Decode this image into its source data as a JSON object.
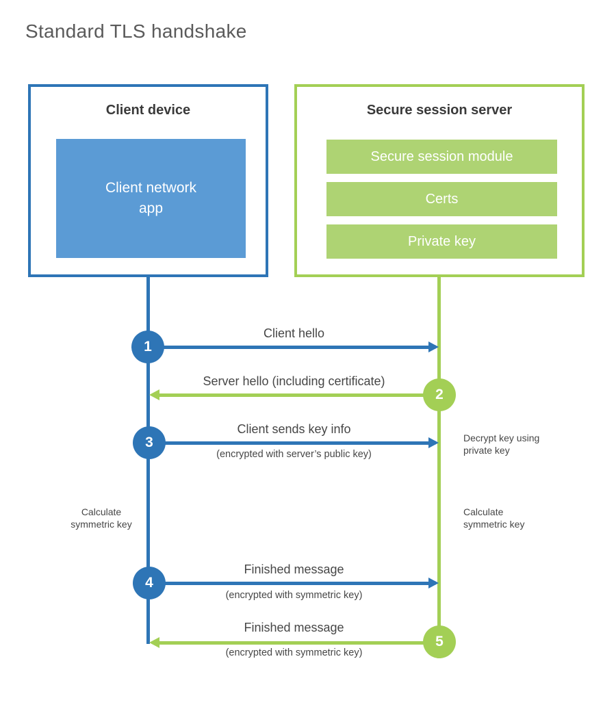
{
  "title": "Standard TLS handshake",
  "colors": {
    "blue": "#2e75b6",
    "blue_light": "#5b9bd5",
    "green": "#a3cf55",
    "green_light": "#aed373"
  },
  "client": {
    "title": "Client device",
    "app_label": "Client network app"
  },
  "server": {
    "title": "Secure session server",
    "modules": [
      "Secure session module",
      "Certs",
      "Private key"
    ]
  },
  "steps": [
    {
      "num": "1",
      "from": "client",
      "direction": "right",
      "label": "Client hello",
      "sublabel": ""
    },
    {
      "num": "2",
      "from": "server",
      "direction": "left",
      "label": "Server hello (including certificate)",
      "sublabel": ""
    },
    {
      "num": "3",
      "from": "client",
      "direction": "right",
      "label": "Client sends key info",
      "sublabel": "(encrypted with server’s public key)"
    },
    {
      "num": "4",
      "from": "client",
      "direction": "right",
      "label": "Finished message",
      "sublabel": "(encrypted with symmetric key)"
    },
    {
      "num": "5",
      "from": "server",
      "direction": "left",
      "label": "Finished message",
      "sublabel": "(encrypted with symmetric key)"
    }
  ],
  "side_notes": {
    "decrypt": "Decrypt key using private key",
    "calc_left": "Calculate symmetric key",
    "calc_right": "Calculate symmetric key"
  }
}
